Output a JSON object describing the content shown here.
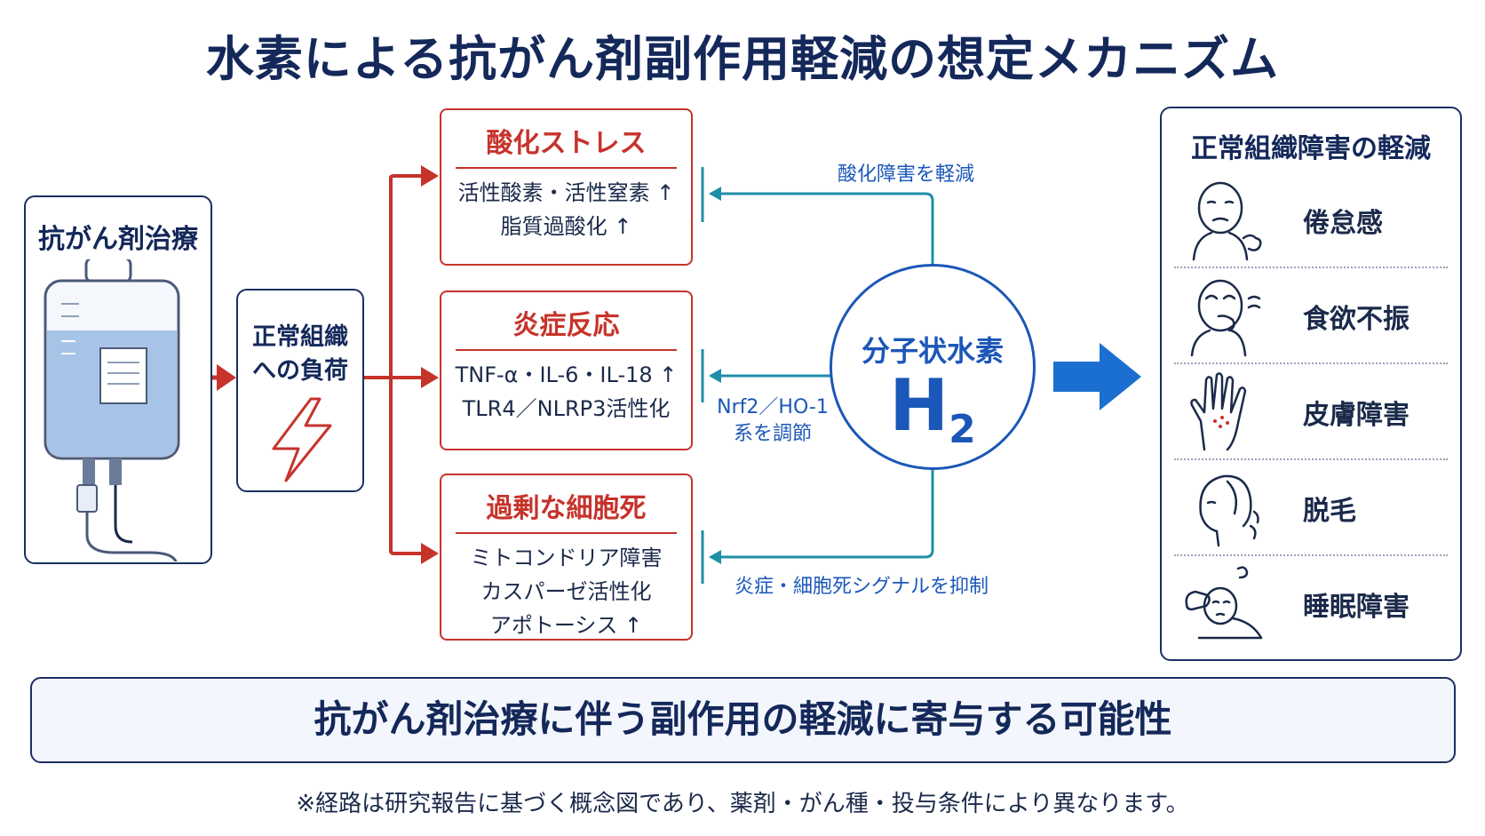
{
  "title": "水素による抗がん剤副作用軽減の想定メカニズム",
  "treatment": {
    "label": "抗がん剤治療",
    "icon": "iv-bag-icon"
  },
  "burden": {
    "line1": "正常組織",
    "line2": "への負荷",
    "icon": "lightning-icon"
  },
  "effects": [
    {
      "title": "酸化ストレス",
      "lines": [
        "活性酸素・活性窒素 ↑",
        "脂質過酸化 ↑"
      ]
    },
    {
      "title": "炎症反応",
      "lines": [
        "TNF-α・IL-6・IL-18 ↑",
        "TLR4／NLRP3活性化"
      ]
    },
    {
      "title": "過剰な細胞死",
      "lines": [
        "ミトコンドリア障害",
        "カスパーゼ活性化",
        "アポトーシス ↑"
      ]
    }
  ],
  "hydrogen": {
    "label": "分子状水素",
    "formula": "H",
    "subscript": "2"
  },
  "pathways": {
    "oxidation": "酸化障害を軽減",
    "nrf2_line1": "Nrf2／HO-1",
    "nrf2_line2": "系を調節",
    "inflammation": "炎症・細胞死シグナルを抑制"
  },
  "reduction": {
    "header": "正常組織障害の軽減",
    "symptoms": [
      {
        "label": "倦怠感",
        "icon": "fatigue-icon"
      },
      {
        "label": "食欲不振",
        "icon": "appetite-loss-icon"
      },
      {
        "label": "皮膚障害",
        "icon": "skin-damage-icon"
      },
      {
        "label": "脱毛",
        "icon": "hair-loss-icon"
      },
      {
        "label": "睡眠障害",
        "icon": "sleep-disorder-icon"
      }
    ]
  },
  "conclusion": "抗がん剤治療に伴う副作用の軽減に寄与する可能性",
  "note": "※経路は研究報告に基づく概念図であり、薬剤・がん種・投与条件により異なります。",
  "colors": {
    "navy": "#14285a",
    "red": "#c6332b",
    "blue": "#1b57b8",
    "teal": "#1f8fa8"
  }
}
